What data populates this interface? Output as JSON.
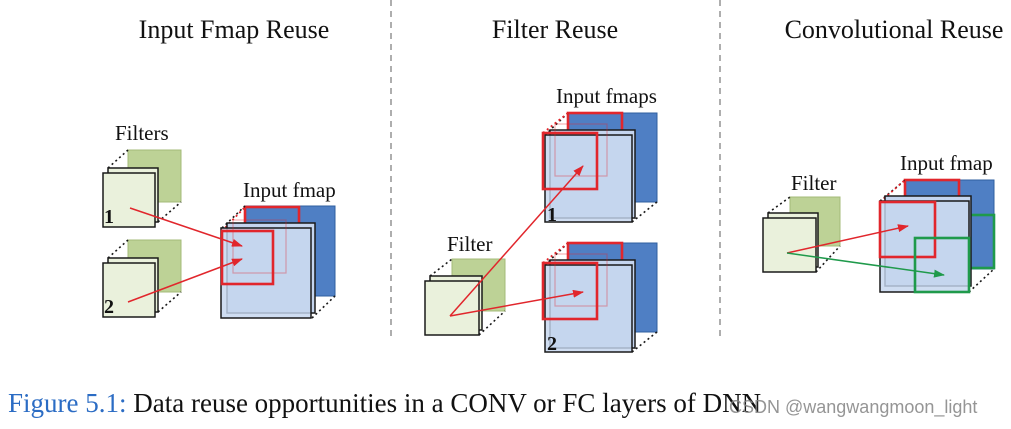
{
  "panels": [
    {
      "title": "Input Fmap Reuse",
      "filters_label": "Filters",
      "input_fmap_label": "Input fmap",
      "filter_1_index": "1",
      "filter_2_index": "2"
    },
    {
      "title": "Filter Reuse",
      "input_fmaps_label": "Input fmaps",
      "filter_label": "Filter",
      "fmap_1_index": "1",
      "fmap_2_index": "2"
    },
    {
      "title": "Convolutional Reuse",
      "filter_label": "Filter",
      "input_fmap_label": "Input fmap"
    }
  ],
  "caption": {
    "figure_number": "Figure 5.1:",
    "text": "Data reuse opportunities in a CONV or FC layers of DNN"
  },
  "watermark": "CSDN @wangwangmoon_light",
  "colors": {
    "filter_green": "#bdd296",
    "filter_light": "#eaf1dc",
    "fmap_blue": "#4f7fc4",
    "fmap_light": "#c5d5ee",
    "highlight_red": "#e1262c",
    "highlight_green": "#1f9a4b",
    "caption_accent": "#2b6cc4"
  }
}
